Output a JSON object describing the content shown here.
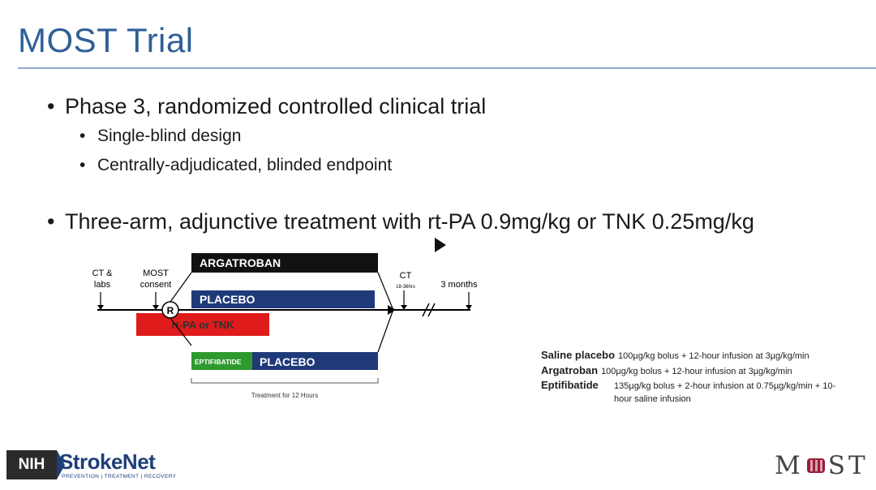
{
  "slide": {
    "title": "MOST Trial"
  },
  "bullets": {
    "b1": "Phase 3, randomized controlled clinical trial",
    "b1_sub1": "Single-blind design",
    "b1_sub2": "Centrally-adjudicated, blinded endpoint",
    "b2": "Three-arm, adjunctive treatment with rt-PA 0.9mg/kg or TNK 0.25mg/kg"
  },
  "diagram": {
    "ct_labs": [
      "CT &",
      "labs"
    ],
    "most_consent": [
      "MOST",
      "consent"
    ],
    "randomize": "R",
    "arm1": "ARGATROBAN",
    "arm2": "PLACEBO",
    "lytic": "rt-PA or TNK",
    "arm3_a": "EPTIFIBATIDE",
    "arm3_b": "PLACEBO",
    "ct": "CT",
    "ct_hours": "18-36hrs",
    "followup": "3 months",
    "treatment": "Treatment for 12 Hours"
  },
  "doses": {
    "saline_label": "Saline placebo",
    "saline_text": "100µg/kg bolus + 12-hour infusion at 3µg/kg/min",
    "arg_label": "Argatroban",
    "arg_text": "100µg/kg bolus + 12-hour infusion at 3µg/kg/min",
    "epti_label": "Eptifibatide",
    "epti_text": "135µg/kg bolus + 2-hour infusion at 0.75µg/kg/min + 10-",
    "epti_text2": "hour saline infusion"
  },
  "footer": {
    "nih": "NIH",
    "strokenet": "StrokeNet",
    "strokenet_sub": "PREVENTION | TREATMENT | RECOVERY",
    "most_m": "M",
    "most_st": "ST"
  },
  "colors": {
    "title": "#2f5f97",
    "navy": "#1f3a78",
    "red": "#e01b1b",
    "green": "#2e9a2e"
  },
  "icons": [
    "play-icon",
    "randomize-circle-icon"
  ]
}
